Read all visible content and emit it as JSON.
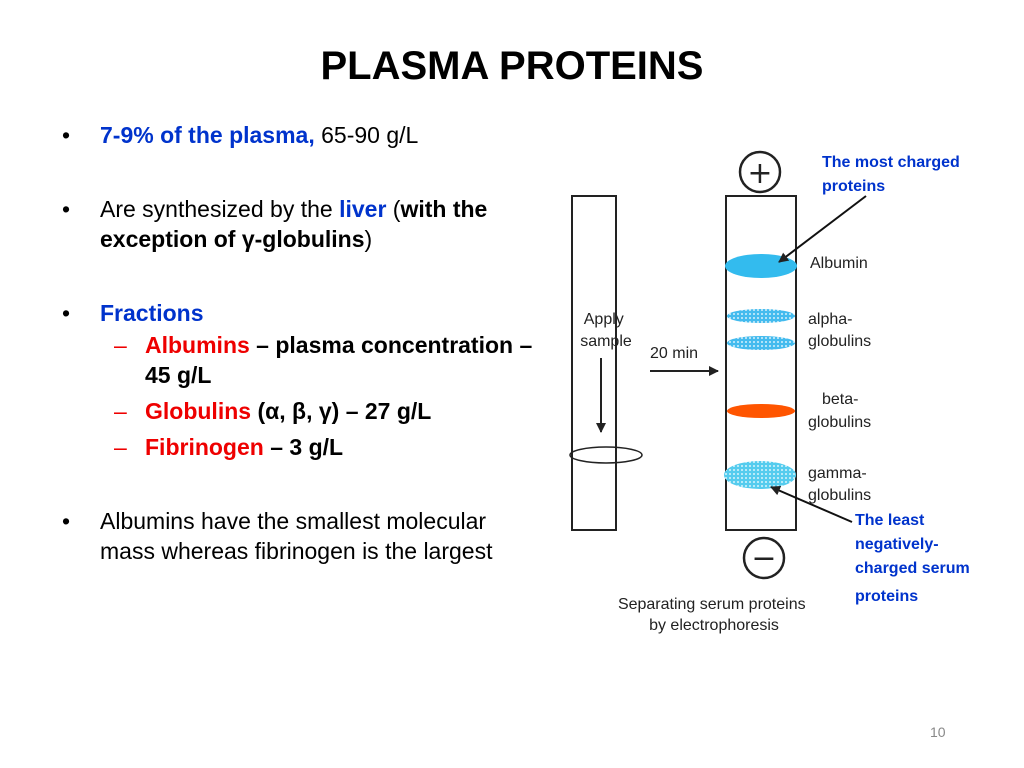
{
  "title": "PLASMA PROTEINS",
  "bullets": {
    "b1": {
      "highlight": "7-9% of the plasma,",
      "rest": " 65-90 g/L"
    },
    "b2": {
      "pre": "Are synthesized by the ",
      "liver": "liver",
      "open": " (",
      "bold": "with the exception of γ-globulins",
      "close": ")"
    },
    "b3": {
      "label": "Fractions"
    },
    "subs": {
      "albumins": {
        "name": "Albumins",
        "rest": " – plasma concentration – 45 g/L"
      },
      "globulins": {
        "name": "Globulins",
        "rest": " (α, β, γ) – 27 g/L"
      },
      "fibrinogen": {
        "name": "Fibrinogen",
        "rest": " – 3 g/L"
      }
    },
    "b4": {
      "text": "Albumins have the smallest molecular mass whereas fibrinogen is the largest"
    }
  },
  "diagram": {
    "apply_sample": [
      "Apply",
      "sample"
    ],
    "time": "20 min",
    "plus": "+",
    "minus": "−",
    "bands": {
      "albumin": [
        "Albumin"
      ],
      "alpha": [
        "alpha-",
        "globulins"
      ],
      "beta": [
        "beta-",
        "globulins"
      ],
      "gamma": [
        "gamma-",
        "globulins"
      ]
    },
    "caption": [
      "Separating serum proteins",
      "by electrophoresis"
    ],
    "colors": {
      "albumin": "#33bbee",
      "alpha": "#44bbee",
      "beta": "#ff5500",
      "gamma": "#55ccee"
    }
  },
  "notes": {
    "most": [
      "The most charged",
      "proteins"
    ],
    "least": [
      "The least",
      "negatively-",
      "charged serum",
      "proteins"
    ]
  },
  "page_number": "10"
}
